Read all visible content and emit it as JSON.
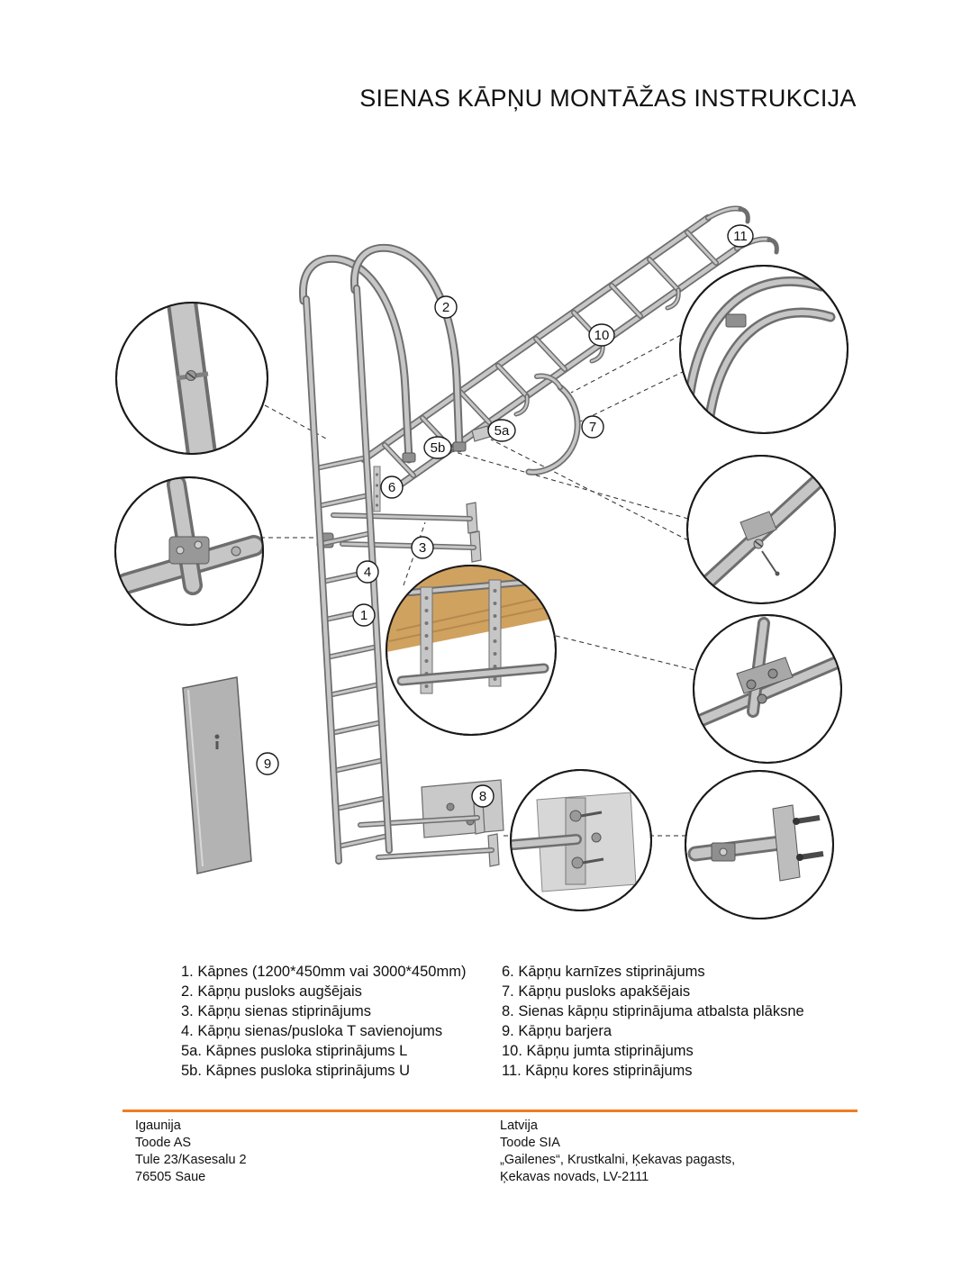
{
  "page": {
    "title": "SIENAS KĀPŅU MONTĀŽAS INSTRUKCIJA"
  },
  "callouts": {
    "c1": "1",
    "c2": "2",
    "c3": "3",
    "c4": "4",
    "c5a": "5a",
    "c5b": "5b",
    "c6": "6",
    "c7": "7",
    "c8": "8",
    "c9": "9",
    "c10": "10",
    "c11": "11"
  },
  "parts": {
    "left": [
      "1. Kāpnes (1200*450mm vai 3000*450mm)",
      "2. Kāpņu pusloks augšējais",
      "3. Kāpņu sienas stiprinājums",
      "4. Kāpņu sienas/pusloka T savienojums",
      "5a. Kāpnes pusloka stiprinājums L",
      "5b. Kāpnes pusloka stiprinājums U"
    ],
    "right": [
      "6. Kāpņu karnīzes stiprinājums",
      "7. Kāpņu pusloks apakšējais",
      "8. Sienas kāpņu stiprinājuma atbalsta plāksne",
      "9. Kāpņu barjera",
      "10. Kāpņu jumta stiprinājums",
      "11. Kāpņu kores stiprinājums"
    ]
  },
  "footer": {
    "left": [
      "Igaunija",
      "Toode AS",
      "Tule 23/Kasesalu 2",
      "76505 Saue"
    ],
    "right": [
      "Latvija",
      "Toode SIA",
      "„Gailenes“, Krustkalni, Ķekavas pagasts,",
      "Ķekavas novads, LV-2111"
    ]
  },
  "colors": {
    "divider_orange": "#f07c22",
    "metal_gray": "#c6c6c6",
    "wood_tan": "#d0a260"
  }
}
